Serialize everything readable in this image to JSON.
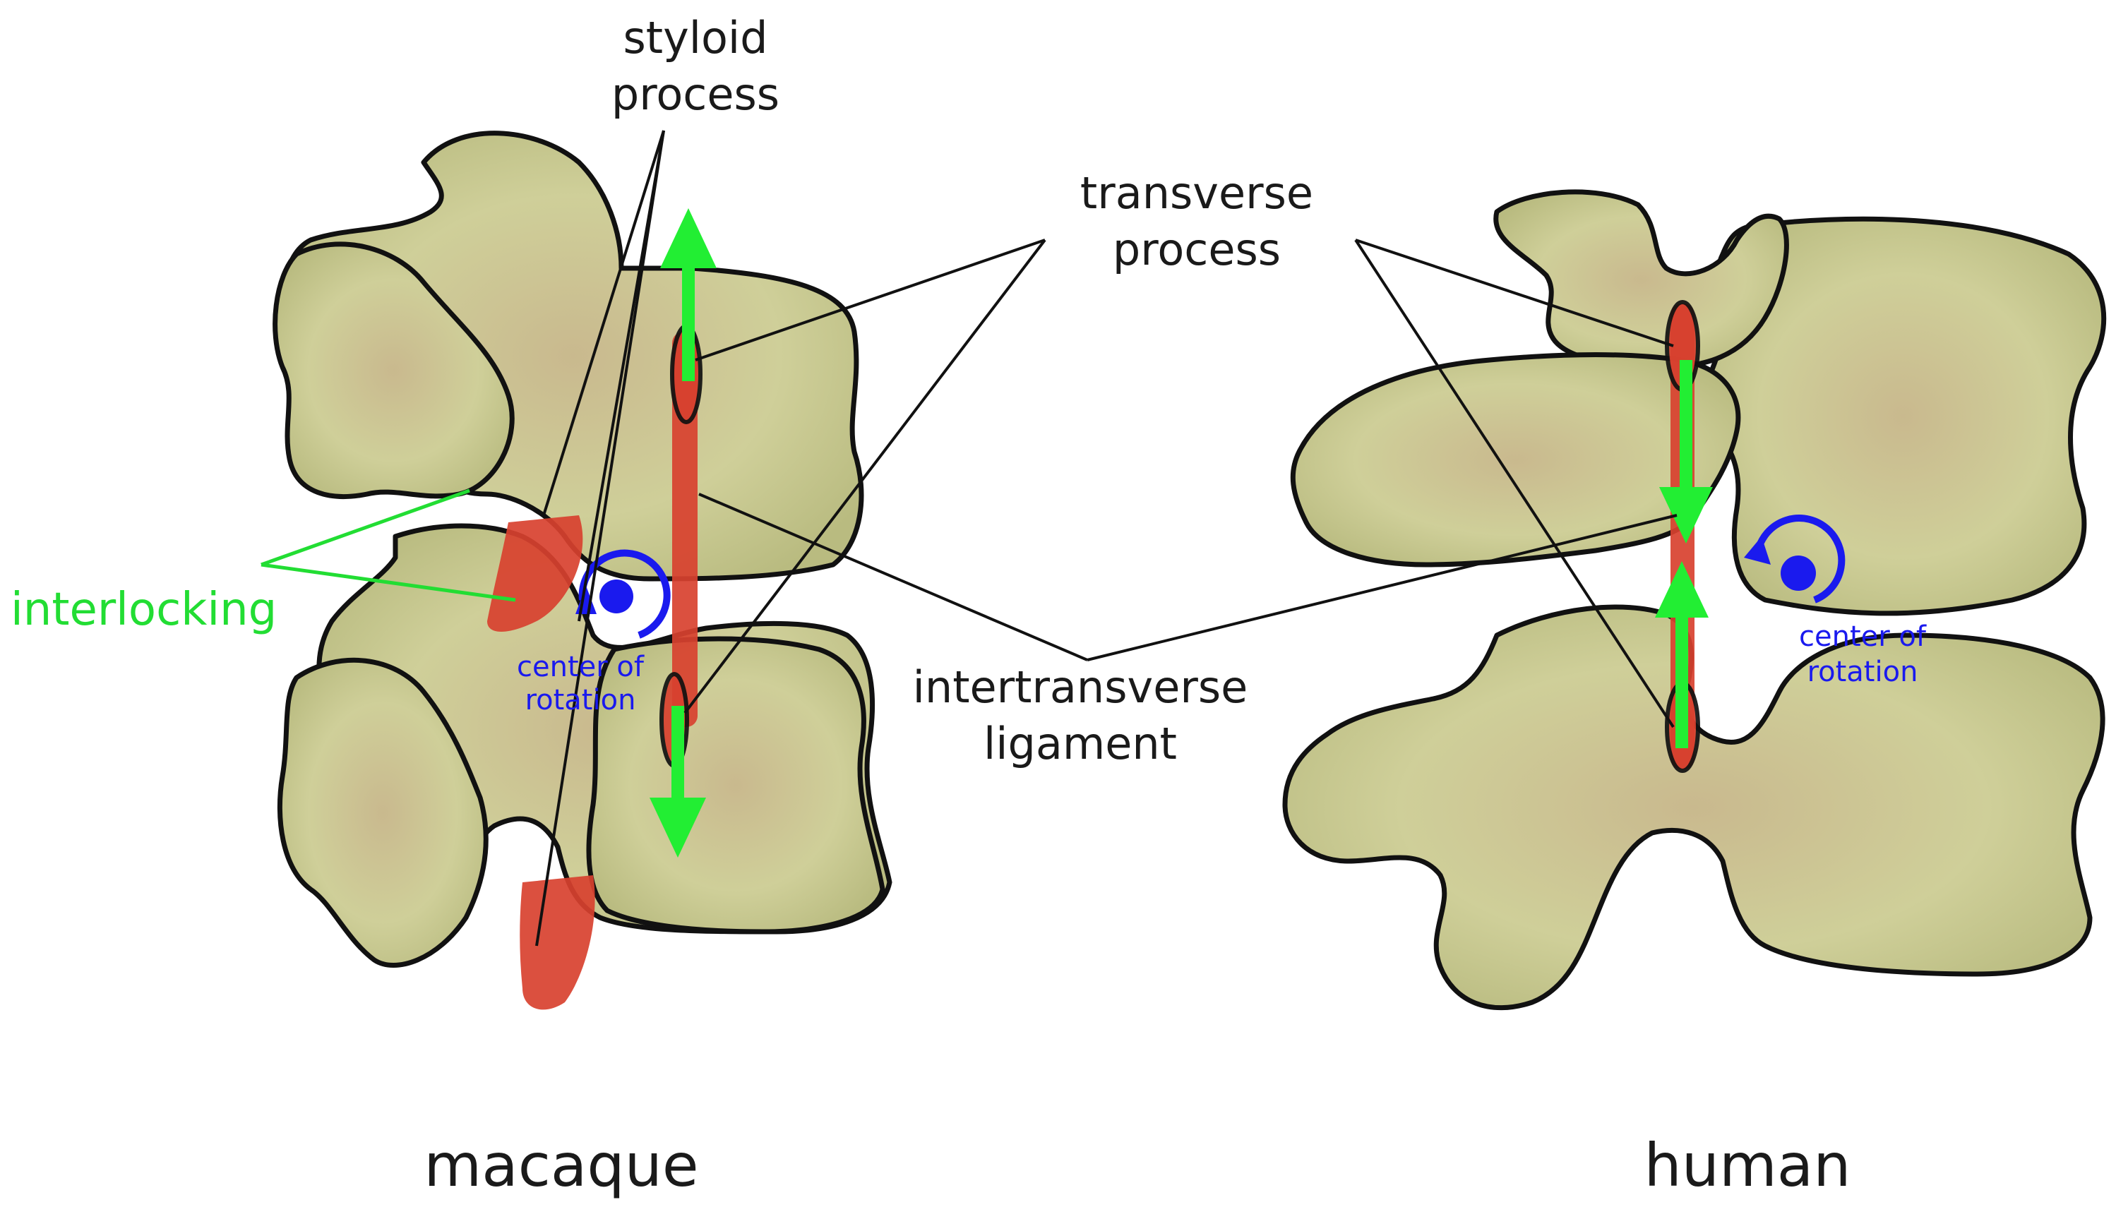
{
  "labels": {
    "styloid_line1": "styloid",
    "styloid_line2": "process",
    "transverse_line1": "transverse",
    "transverse_line2": "process",
    "intertransverse_line1": "intertransverse",
    "intertransverse_line2": "ligament",
    "interlocking": "interlocking",
    "center_left_line1": "center of",
    "center_left_line2": "rotation",
    "center_right_line1": "center of",
    "center_right_line2": "rotation"
  },
  "captions": {
    "left": "macaque",
    "right": "human"
  },
  "colors": {
    "bone": "#cdcd97",
    "ligament": "#d8412f",
    "arrow_green": "#22ee33",
    "rotation_blue": "#1a1aee",
    "outline": "#111111"
  }
}
